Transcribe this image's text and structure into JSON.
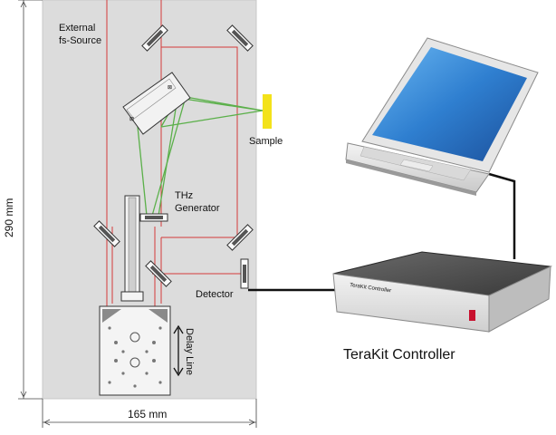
{
  "diagram": {
    "labels": {
      "external_source_line1": "External",
      "external_source_line2": "fs-Source",
      "sample": "Sample",
      "thz_generator_line1": "THz",
      "thz_generator_line2": "Generator",
      "detector": "Detector",
      "delay_line": "Delay Line",
      "controller_caption": "TeraKit Controller",
      "controller_box_label": "TeraKit Controller",
      "height_dimension": "290 mm",
      "width_dimension": "165 mm"
    },
    "colors": {
      "board": "#dcdcdc",
      "laser_beam": "#d43a3a",
      "thz_beam": "#5bb04a",
      "sample": "#f3e21a",
      "cable": "#111111",
      "controller_body": "#4a4a4a",
      "controller_indicator": "#c8102e",
      "laptop_screen": "#2f7fd0"
    }
  }
}
